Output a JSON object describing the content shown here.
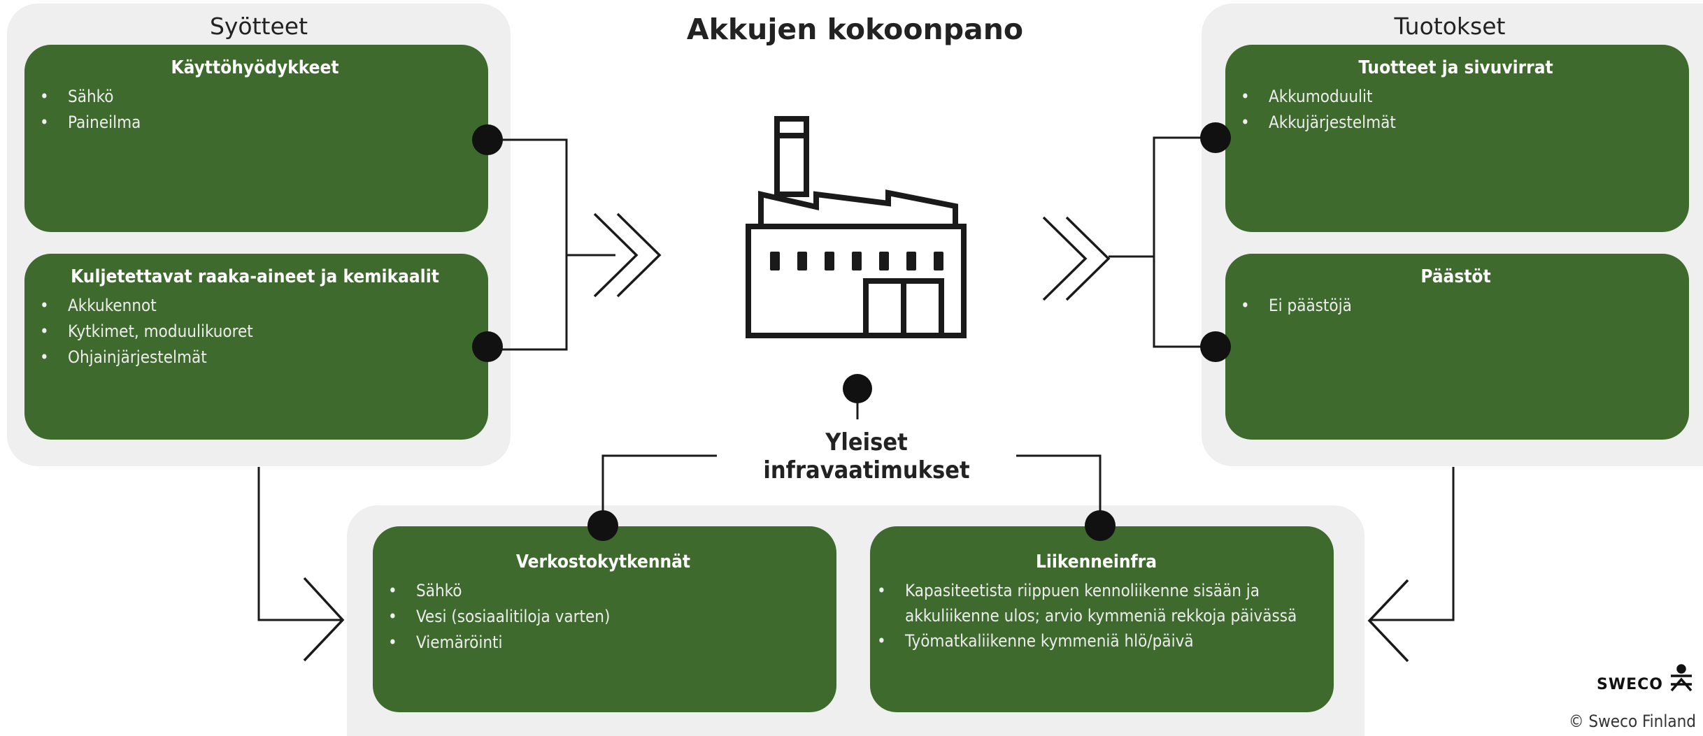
{
  "title": "Akkujen kokoonpano",
  "inputs": {
    "title": "Syötteet",
    "utilities": {
      "title": "Käyttöhyödykkeet",
      "items": [
        "Sähkö",
        "Paineilma"
      ]
    },
    "materials": {
      "title": "Kuljetettavat raaka-aineet ja kemikaalit",
      "items": [
        "Akkukennot",
        "Kytkimet, moduulikuoret",
        "Ohjainjärjestelmät"
      ]
    }
  },
  "outputs": {
    "title": "Tuotokset",
    "products": {
      "title": "Tuotteet ja sivuvirrat",
      "items": [
        "Akkumoduulit",
        "Akkujärjestelmät"
      ]
    },
    "emissions": {
      "title": "Päästöt",
      "items": [
        "Ei päästöjä"
      ]
    }
  },
  "infra": {
    "title": "Yleiset infravaatimukset",
    "network": {
      "title": "Verkostokytkennät",
      "items": [
        "Sähkö",
        "Vesi (sosiaalitiloja varten)",
        "Viemäröinti"
      ]
    },
    "traffic": {
      "title": "Liikenneinfra",
      "items": [
        "Kapasiteetista riippuen kennoliikenne sisään ja akkuliikenne ulos; arvio kymmeniä rekkoja päivässä",
        "Työmatkaliikenne kymmeniä hlö/päivä"
      ]
    }
  },
  "footer": {
    "brand": "SWECO",
    "copyright": "© Sweco Finland"
  },
  "colors": {
    "card": "#3e6b2d",
    "panel": "#efefef",
    "line": "#1a1a1a"
  },
  "icons": [
    "factory-icon",
    "sweco-logo-icon"
  ]
}
